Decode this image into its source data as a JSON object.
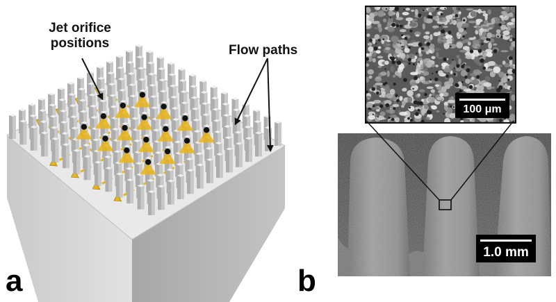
{
  "panel_a": {
    "letter": "a",
    "label_jet": "Jet orifice\npositions",
    "label_flow": "Flow paths",
    "colors": {
      "pillar": "#c8c8c8",
      "flow": "#e8b418",
      "orifice": "#111111",
      "base": "#d4d4d4"
    }
  },
  "panel_b": {
    "letter": "b",
    "inset_scale": "100 μm",
    "sem_scale": "1.0 mm"
  }
}
